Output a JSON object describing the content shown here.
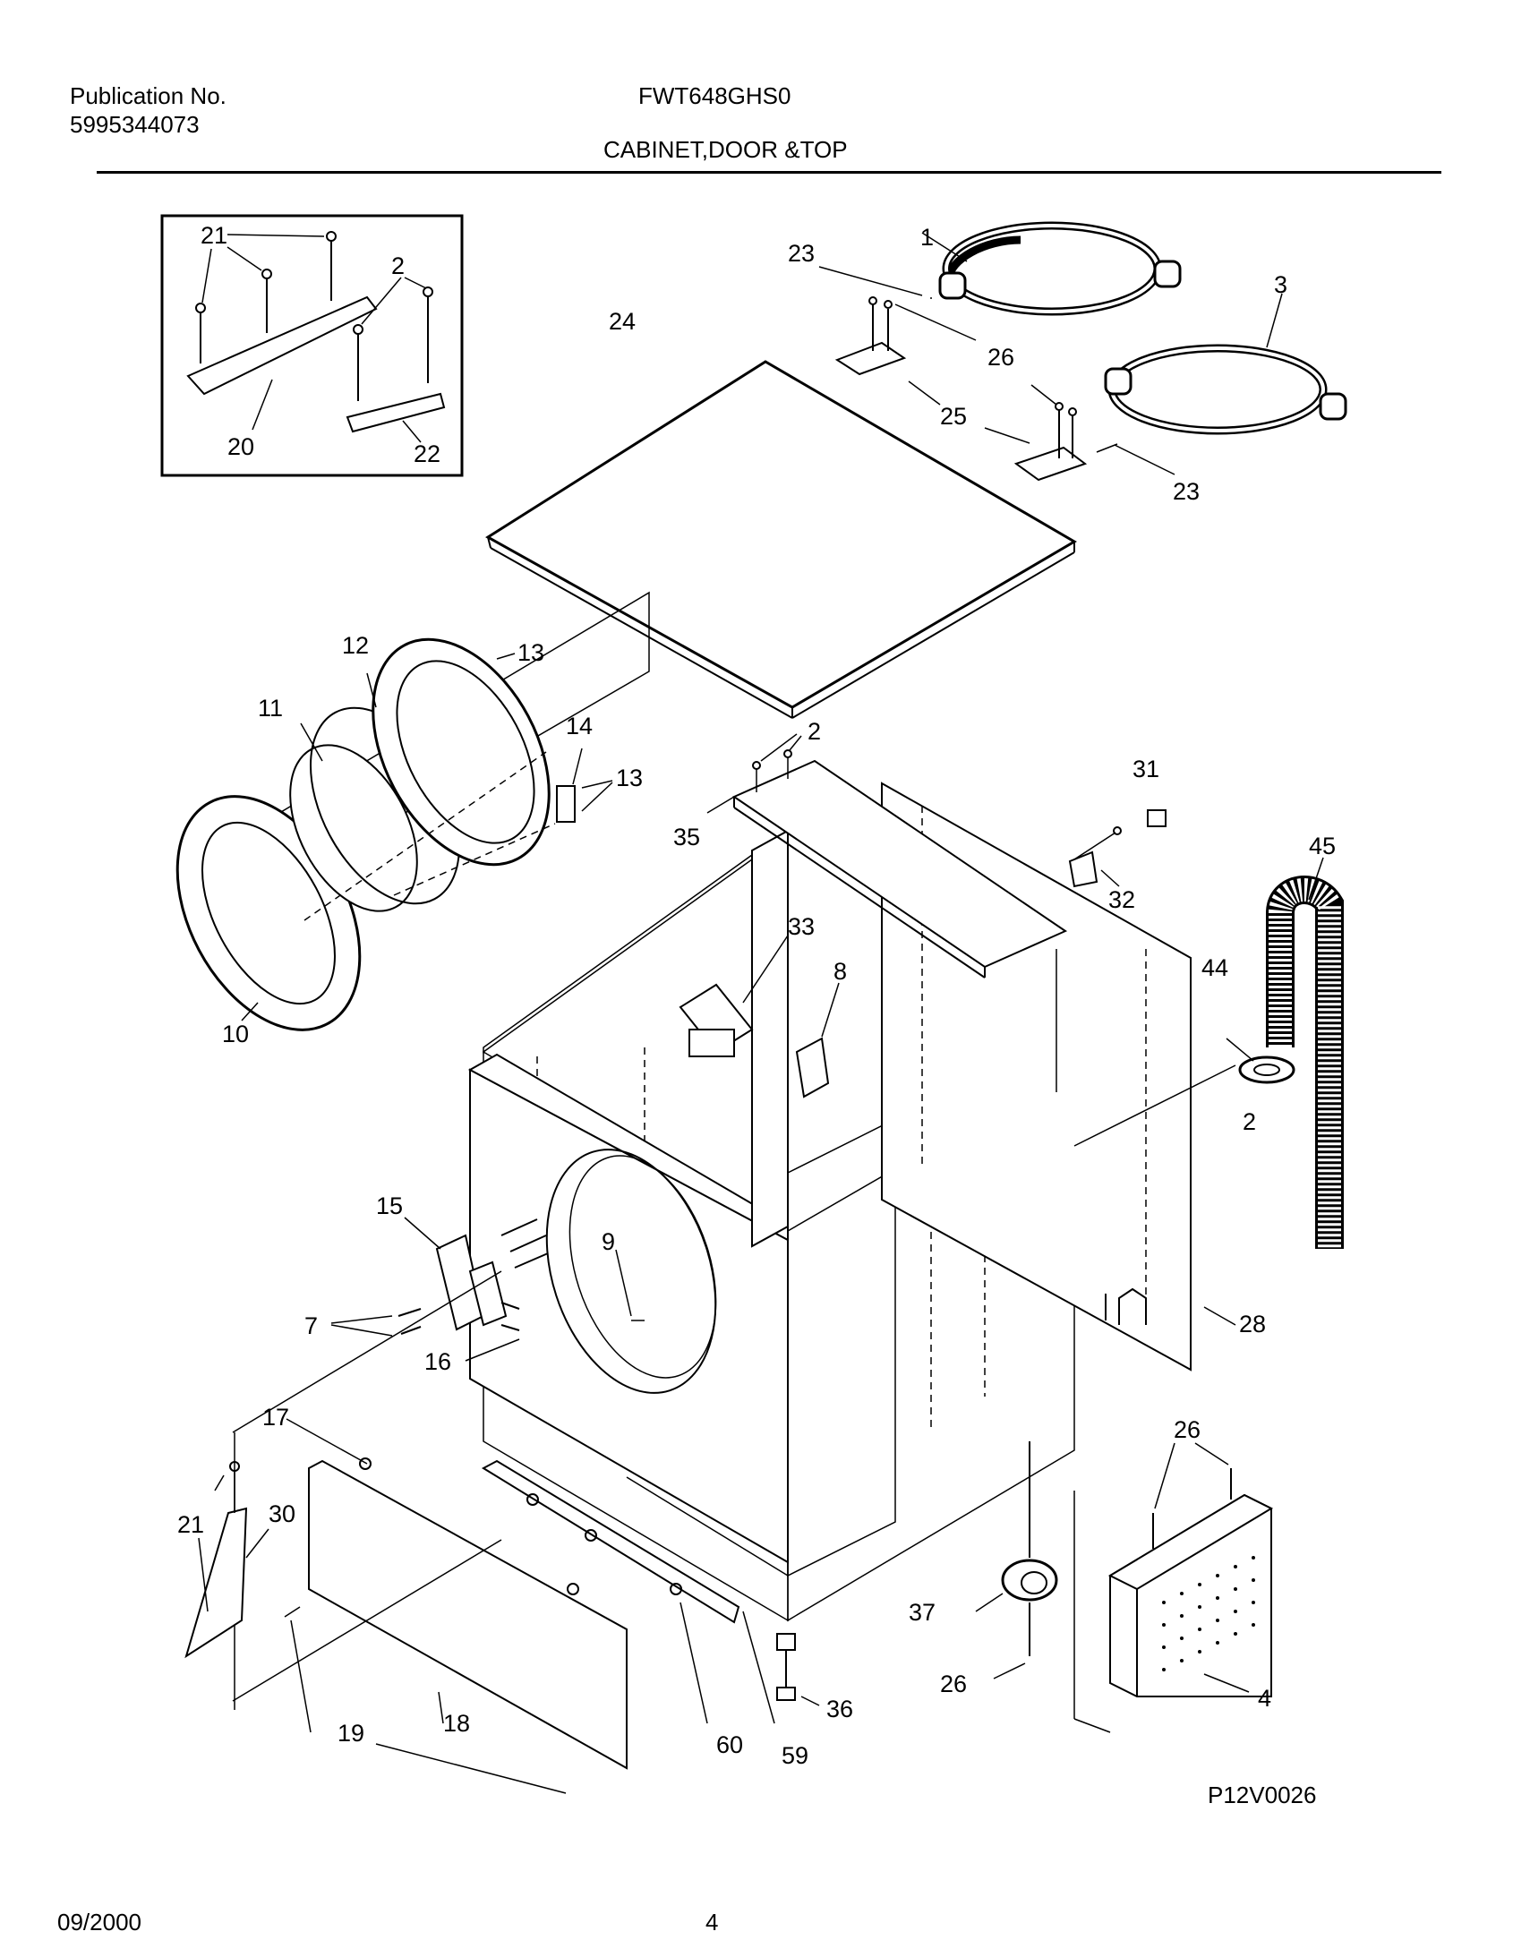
{
  "header": {
    "publication_label": "Publication No.",
    "publication_number": "5995344073",
    "model": "FWT648GHS0",
    "section_title": "CABINET,DOOR &TOP"
  },
  "footer": {
    "date": "09/2000",
    "page_number": "4",
    "drawing_code": "P12V0026"
  },
  "callouts": {
    "c1": "1",
    "c2": "2",
    "c3": "3",
    "c4": "4",
    "c7": "7",
    "c8": "8",
    "c9": "9",
    "c10": "10",
    "c11": "11",
    "c12": "12",
    "c13": "13",
    "c14": "14",
    "c15": "15",
    "c16": "16",
    "c17": "17",
    "c18": "18",
    "c19": "19",
    "c20": "20",
    "c21": "21",
    "c22": "22",
    "c23": "23",
    "c24": "24",
    "c25": "25",
    "c26": "26",
    "c28": "28",
    "c30": "30",
    "c31": "31",
    "c32": "32",
    "c33": "33",
    "c35": "35",
    "c36": "36",
    "c37": "37",
    "c44": "44",
    "c45": "45",
    "c59": "59",
    "c60": "60"
  }
}
